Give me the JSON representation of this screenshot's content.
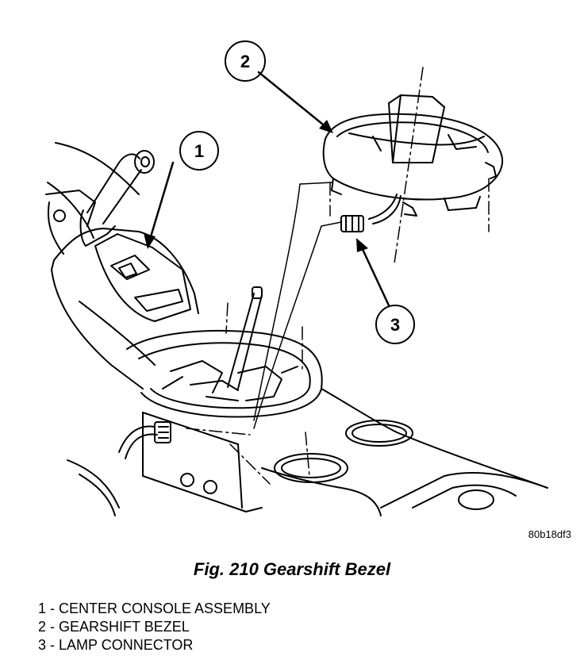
{
  "figure": {
    "caption": "Fig. 210 Gearshift Bezel",
    "code": "80b18df3"
  },
  "callouts": [
    {
      "number": "1",
      "part": "CENTER CONSOLE ASSEMBLY"
    },
    {
      "number": "2",
      "part": "GEARSHIFT BEZEL"
    },
    {
      "number": "3",
      "part": "LAMP CONNECTOR"
    }
  ],
  "legend": [
    "1 - CENTER CONSOLE ASSEMBLY",
    "2 - GEARSHIFT BEZEL",
    "3 - LAMP CONNECTOR"
  ]
}
